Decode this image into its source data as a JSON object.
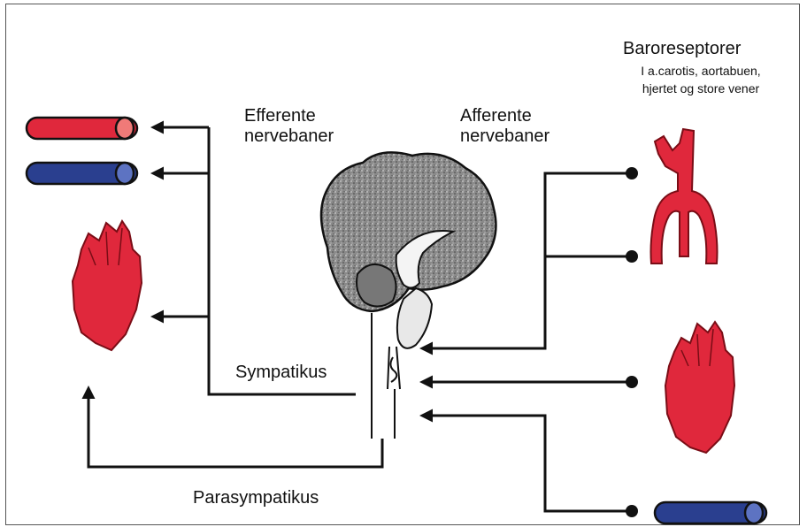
{
  "labels": {
    "efferent": "Efferente nervebaner",
    "afferent": "Afferente nervebaner",
    "baroreceptors_title": "Baroreseptorer",
    "baroreceptors_line1": "I a.carotis, aortabuen,",
    "baroreceptors_line2": "hjertet og store vener",
    "sympathetic": "Sympatikus",
    "parasympathetic": "Parasympatikus"
  },
  "icons": [
    "artery-icon",
    "vein-icon",
    "heart-icon",
    "brain-icon",
    "carotis-bifurcation-icon"
  ],
  "colors": {
    "artery": "#e0283c",
    "vein": "#2a3f8f",
    "line": "#111111"
  }
}
